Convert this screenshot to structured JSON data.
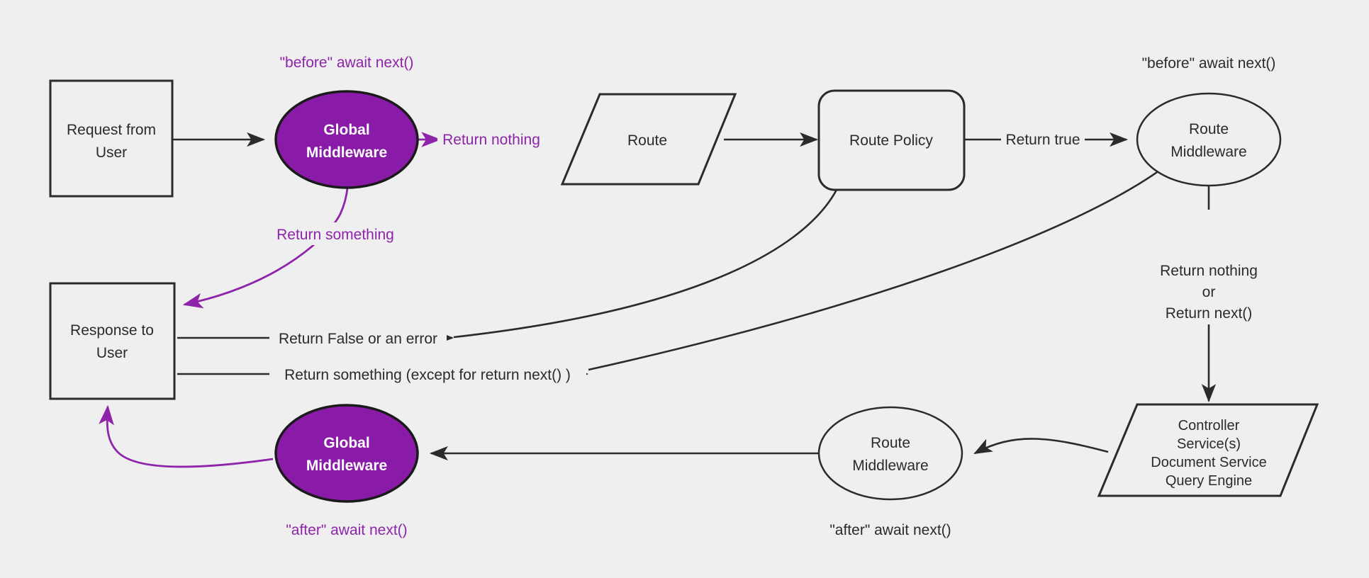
{
  "diagram": {
    "title": "Middleware request/response lifecycle flow",
    "background_color": "#efefef",
    "accent_purple": "#8a1aa8",
    "label_purple": "#8e24aa",
    "stroke_dark": "#2b2b2b",
    "nodes": {
      "request_from_user": {
        "line1": "Request from",
        "line2": "User",
        "shape": "rectangle"
      },
      "global_middleware_top": {
        "line1": "Global",
        "line2": "Middleware",
        "shape": "ellipse",
        "fill": "#8a1aa8"
      },
      "route": {
        "line1": "Route",
        "shape": "parallelogram"
      },
      "route_policy": {
        "line1": "Route Policy",
        "shape": "rounded-rectangle"
      },
      "route_middleware_top": {
        "line1": "Route",
        "line2": "Middleware",
        "shape": "ellipse"
      },
      "controller": {
        "line1": "Controller",
        "line2": "Service(s)",
        "line3": "Document Service",
        "line4": "Query Engine",
        "shape": "parallelogram"
      },
      "route_middleware_bottom": {
        "line1": "Route",
        "line2": "Middleware",
        "shape": "ellipse"
      },
      "global_middleware_bottom": {
        "line1": "Global",
        "line2": "Middleware",
        "shape": "ellipse",
        "fill": "#8a1aa8"
      },
      "response_to_user": {
        "line1": "Response to",
        "line2": "User",
        "shape": "rectangle"
      }
    },
    "annotations": {
      "before_await_next_global": "\"before\" await next()",
      "before_await_next_route": "\"before\" await next()",
      "after_await_next_global": "\"after\" await next()",
      "after_await_next_route": "\"after\" await next()"
    },
    "edge_labels": {
      "return_nothing": "Return nothing",
      "return_something": "Return something",
      "return_true": "Return true",
      "return_false_or_error": "Return False or an error",
      "return_something_except": "Return something (except for return next() )",
      "return_nothing_or_next_1": "Return nothing",
      "return_nothing_or_next_2": "or",
      "return_nothing_or_next_3": "Return next()"
    }
  }
}
